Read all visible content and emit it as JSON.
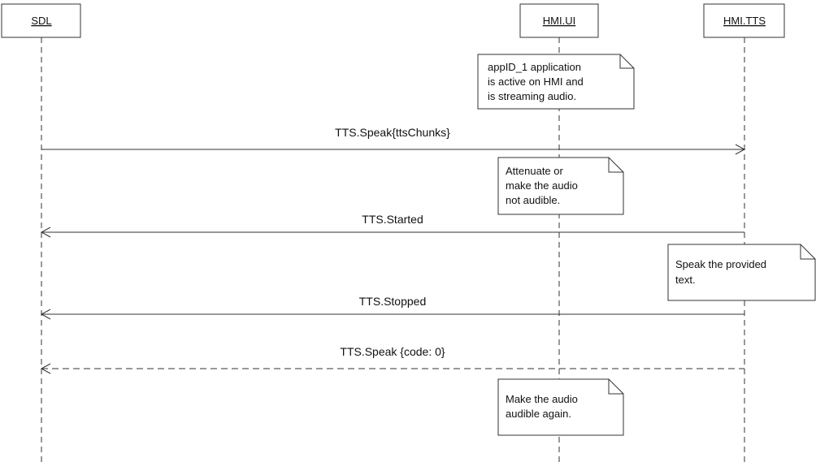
{
  "lifelines": [
    {
      "id": "sdl",
      "label": "SDL"
    },
    {
      "id": "hmi_ui",
      "label": "HMI.UI"
    },
    {
      "id": "hmi_tts",
      "label": "HMI.TTS"
    }
  ],
  "messages": [
    {
      "label": "TTS.Speak{ttsChunks}",
      "from": "sdl",
      "to": "hmi_tts",
      "style": "solid"
    },
    {
      "label": "TTS.Started",
      "from": "hmi_tts",
      "to": "sdl",
      "style": "solid"
    },
    {
      "label": "TTS.Stopped",
      "from": "hmi_tts",
      "to": "sdl",
      "style": "solid"
    },
    {
      "label": "TTS.Speak {code: 0}",
      "from": "hmi_tts",
      "to": "sdl",
      "style": "dashed"
    }
  ],
  "notes": [
    {
      "lines": [
        "appID_1 application",
        "is active on HMI and",
        "is streaming audio."
      ]
    },
    {
      "lines": [
        "Attenuate or",
        "make the audio",
        "not audible."
      ]
    },
    {
      "lines": [
        "Speak the provided",
        "text."
      ]
    },
    {
      "lines": [
        "Make the audio",
        "audible again."
      ]
    }
  ]
}
